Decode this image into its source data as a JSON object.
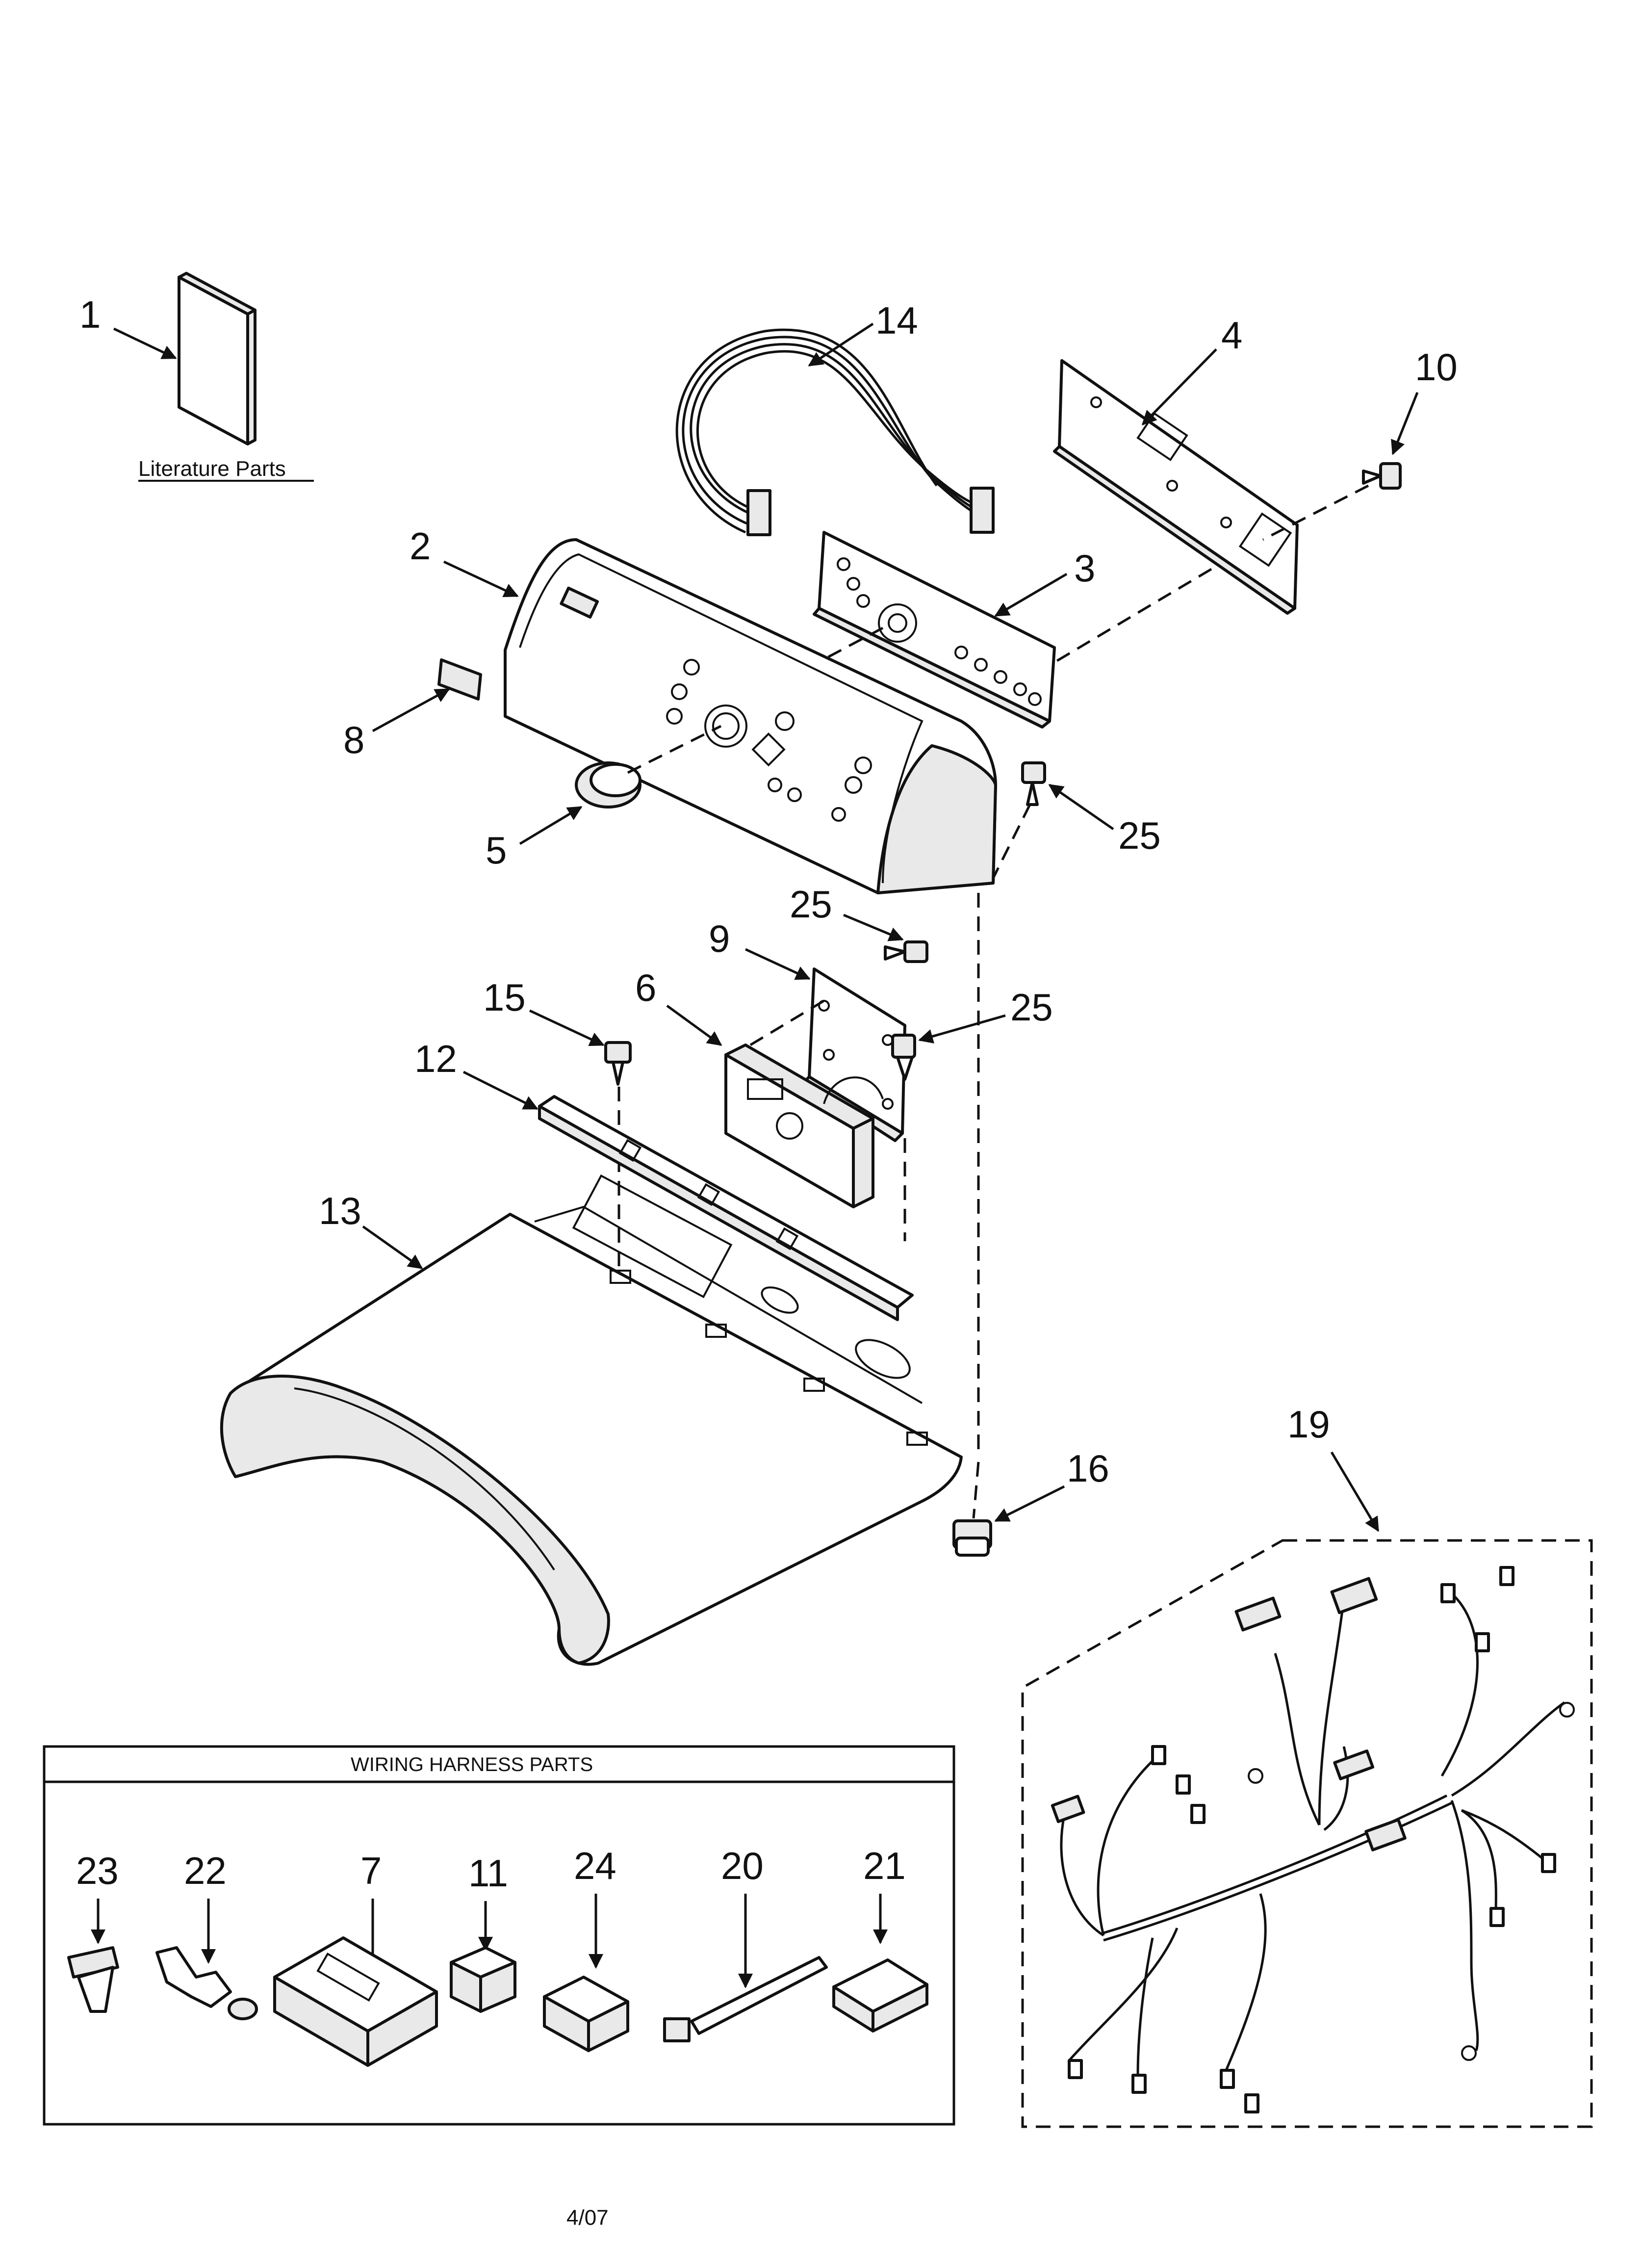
{
  "literature": {
    "label": "Literature Parts"
  },
  "harness_box": {
    "title": "WIRING HARNESS PARTS"
  },
  "callouts": {
    "c1": "1",
    "c2": "2",
    "c3": "3",
    "c4": "4",
    "c5": "5",
    "c6": "6",
    "c7": "7",
    "c8": "8",
    "c9": "9",
    "c10": "10",
    "c11": "11",
    "c12": "12",
    "c13": "13",
    "c14": "14",
    "c15": "15",
    "c16": "16",
    "c19": "19",
    "c20": "20",
    "c21": "21",
    "c22": "22",
    "c23": "23",
    "c24": "24",
    "c25a": "25",
    "c25b": "25",
    "c25c": "25"
  },
  "footer": {
    "date": "4/07"
  }
}
